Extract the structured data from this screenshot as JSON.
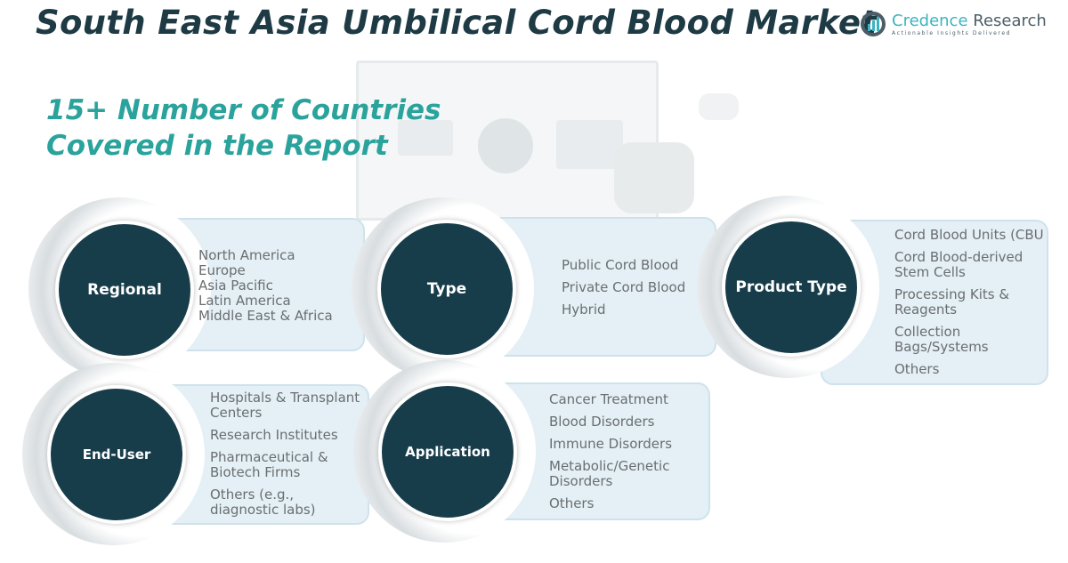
{
  "title": "South East Asia Umbilical Cord Blood Market",
  "subtitle_line1": "15+ Number of Countries",
  "subtitle_line2": "Covered in the Report",
  "logo": {
    "name_part1": "Credence",
    "name_part2": "Research",
    "tagline": "Actionable Insights Delivered"
  },
  "segments": [
    {
      "label": "Regional",
      "items": [
        "North America",
        "Europe",
        "Asia Pacific",
        "Latin America",
        "Middle East & Africa"
      ]
    },
    {
      "label": "Type",
      "items": [
        "Public Cord Blood",
        "Private Cord Blood",
        "Hybrid"
      ]
    },
    {
      "label": "Product Type",
      "items": [
        "Cord Blood Units (CBU",
        "Cord Blood-derived Stem Cells",
        "Processing Kits & Reagents",
        "Collection Bags/Systems",
        "Others"
      ]
    },
    {
      "label": "End-User",
      "items": [
        "Hospitals & Transplant Centers",
        "Research Institutes",
        "Pharmaceutical & Biotech Firms",
        "Others (e.g., diagnostic labs)"
      ]
    },
    {
      "label": "Application",
      "items": [
        "Cancer Treatment",
        "Blood Disorders",
        "Immune Disorders",
        "Metabolic/Genetic Disorders",
        "Others"
      ]
    }
  ]
}
